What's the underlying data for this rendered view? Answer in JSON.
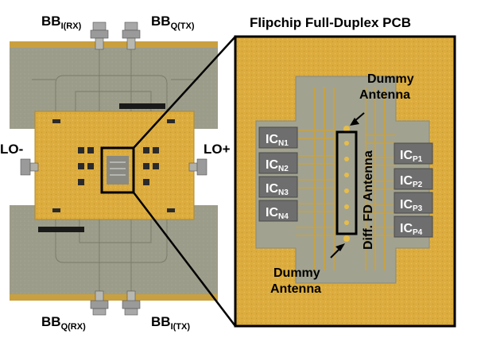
{
  "title": "Flipchip Full-Duplex PCB",
  "labels": {
    "bb_i_rx_main": "BB",
    "bb_i_rx_sub": "I(RX)",
    "bb_q_tx_main": "BB",
    "bb_q_tx_sub": "Q(TX)",
    "bb_q_rx_main": "BB",
    "bb_q_rx_sub": "Q(RX)",
    "bb_i_tx_main": "BB",
    "bb_i_tx_sub": "I(TX)",
    "lo_minus": "LO-",
    "lo_plus": "LO+",
    "dummy_top_1": "Dummy",
    "dummy_top_2": "Antenna",
    "dummy_bottom_1": "Dummy",
    "dummy_bottom_2": "Antenna",
    "diff_fd_antenna": "Diff. FD Antenna"
  },
  "ic_left": [
    {
      "main": "IC",
      "sub": "N1"
    },
    {
      "main": "IC",
      "sub": "N2"
    },
    {
      "main": "IC",
      "sub": "N3"
    },
    {
      "main": "IC",
      "sub": "N4"
    }
  ],
  "ic_right": [
    {
      "main": "IC",
      "sub": "P1"
    },
    {
      "main": "IC",
      "sub": "P2"
    },
    {
      "main": "IC",
      "sub": "P3"
    },
    {
      "main": "IC",
      "sub": "P4"
    }
  ],
  "colors": {
    "pcb_gold": "#d9a93a",
    "pcb_gold_light": "#e6bd55",
    "ground_gray": "#9a9a88",
    "ic_gray": "#6e6e6e",
    "frame_black": "#000000"
  }
}
